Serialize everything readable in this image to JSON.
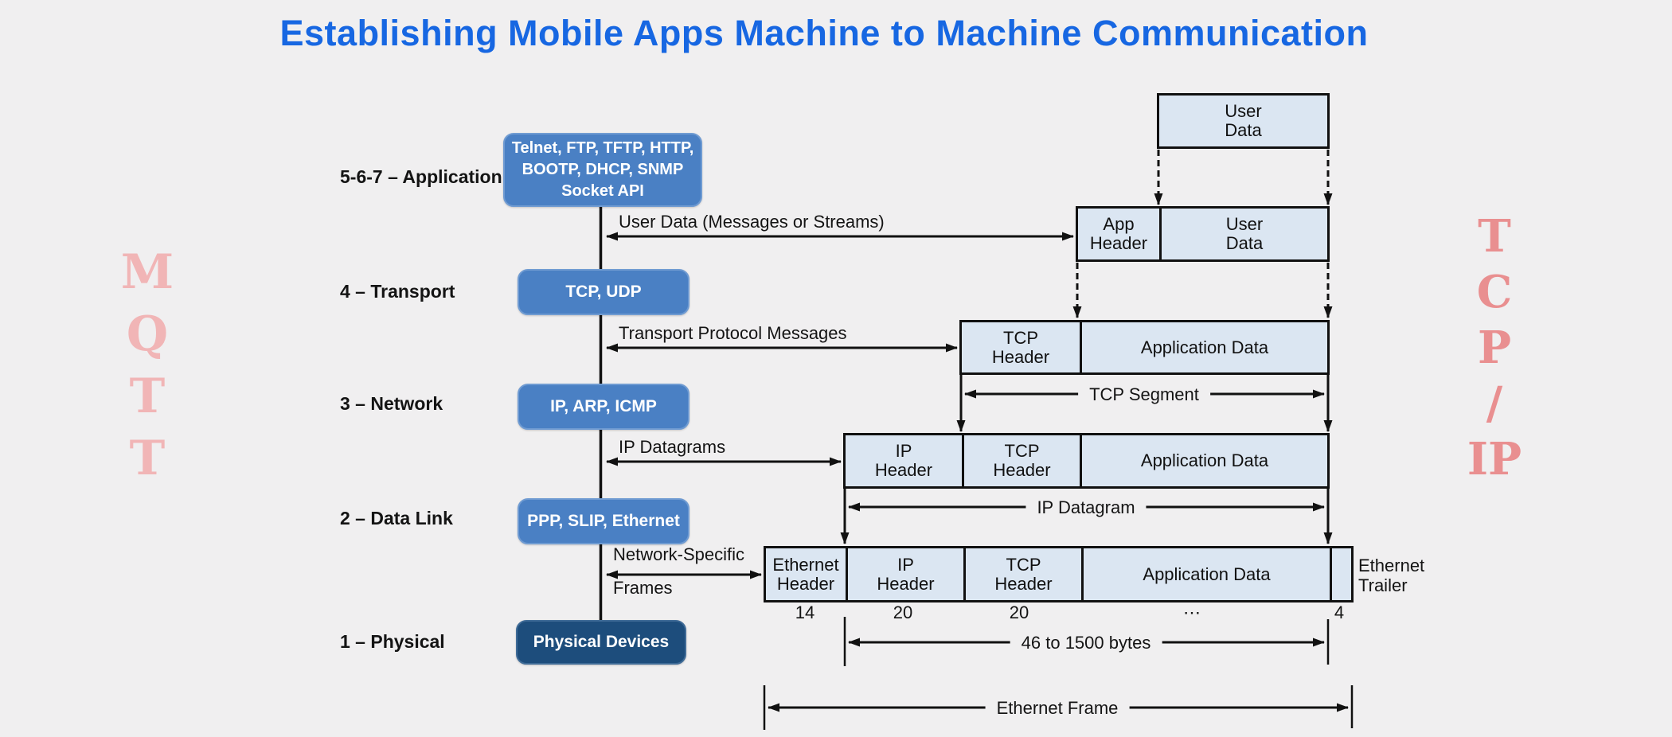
{
  "title": "Establishing Mobile Apps Machine to Machine Communication",
  "watermarks": {
    "left": [
      "M",
      "Q",
      "T",
      "T"
    ],
    "right": [
      "T",
      "C",
      "P",
      "/",
      "IP"
    ],
    "left_color": "#f1b5b6",
    "right_color": "#e98f90"
  },
  "osi_layers": [
    {
      "label": "5-6-7 – Application"
    },
    {
      "label": "4 – Transport"
    },
    {
      "label": "3 – Network"
    },
    {
      "label": "2 – Data Link"
    },
    {
      "label": "1 – Physical"
    }
  ],
  "stack": {
    "application_box": {
      "lines": [
        "Telnet, FTP, TFTP, HTTP,",
        "BOOTP, DHCP, SNMP",
        "Socket API"
      ]
    },
    "transport_box": "TCP, UDP",
    "network_box": "IP, ARP, ICMP",
    "datalink_box": "PPP, SLIP, Ethernet",
    "physical_box": "Physical Devices"
  },
  "flow_labels": {
    "app_to_transport": "User Data (Messages or Streams)",
    "transport_to_network": "Transport Protocol Messages",
    "network_to_datalink": "IP Datagrams",
    "datalink_to_physical_line1": "Network-Specific",
    "datalink_to_physical_line2": "Frames"
  },
  "encapsulation": {
    "user_data_row": {
      "user_data": "User\nData"
    },
    "app_row": {
      "app_header": "App\nHeader",
      "user_data": "User\nData"
    },
    "tcp_row": {
      "tcp_header": "TCP\nHeader",
      "app_data": "Application Data"
    },
    "ip_row": {
      "ip_header": "IP\nHeader",
      "tcp_header": "TCP\nHeader",
      "app_data": "Application Data"
    },
    "eth_row": {
      "eth_header": "Ethernet\nHeader",
      "ip_header": "IP\nHeader",
      "tcp_header": "TCP\nHeader",
      "app_data": "Application Data",
      "trailer_label": "Ethernet\nTrailer"
    },
    "byte_counts": [
      "14",
      "20",
      "20",
      "⋯",
      "4"
    ],
    "brackets": {
      "tcp_segment": "TCP Segment",
      "ip_datagram": "IP Datagram",
      "payload_size": "46 to 1500 bytes",
      "ethernet_frame": "Ethernet Frame"
    }
  },
  "colors": {
    "title": "#1767e2",
    "stack_box": "#4a80c4",
    "physical_box": "#1d4d7c",
    "cell_fill": "#dbe6f2",
    "background": "#f0eff0",
    "line": "#111111"
  }
}
